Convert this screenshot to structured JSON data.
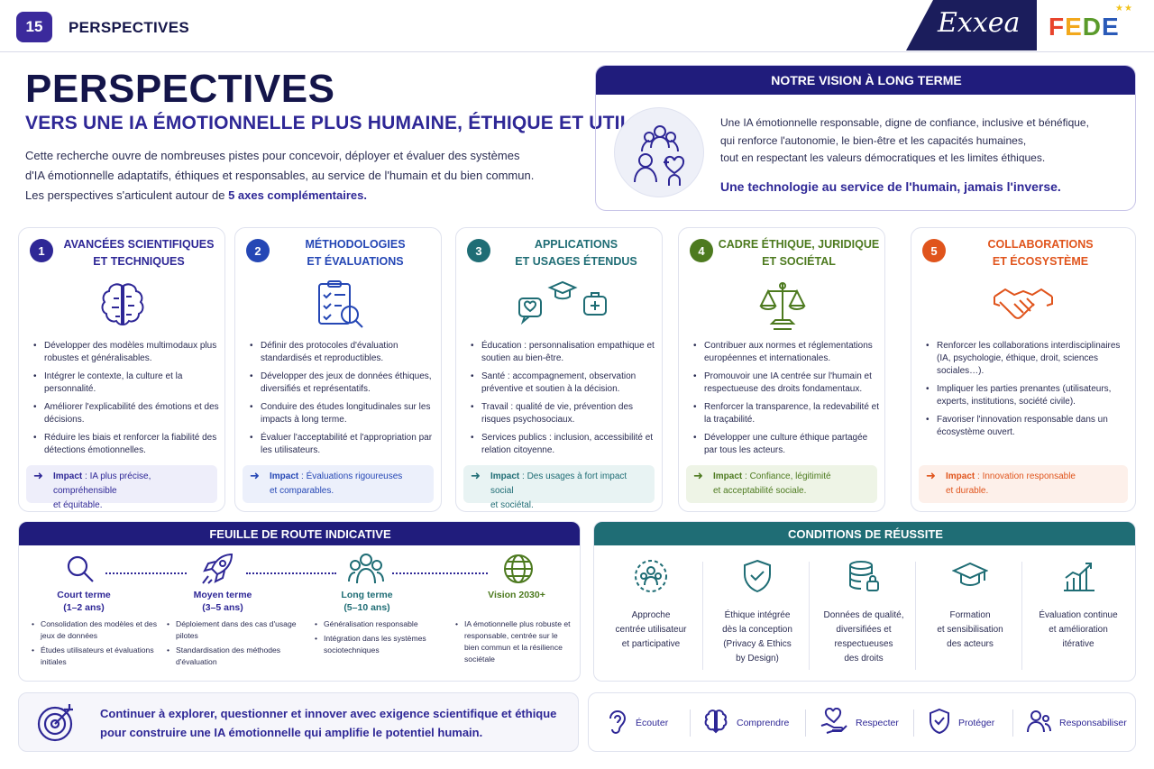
{
  "header": {
    "page_number": "15",
    "title": "PERSPECTIVES",
    "brand_excea": "Exxea",
    "brand_fede": "FEDE"
  },
  "hero": {
    "title": "PERSPECTIVES",
    "subtitle": "VERS UNE IA ÉMOTIONNELLE PLUS HUMAINE, ÉTHIQUE ET UTILE",
    "intro_line1": "Cette recherche ouvre de nombreuses pistes pour concevoir, déployer et évaluer des systèmes",
    "intro_line2": "d'IA émotionnelle adaptatifs, éthiques et responsables, au service de l'humain et du bien commun.",
    "intro_line3_prefix": "Les perspectives s'articulent autour de ",
    "intro_line3_strong": "5 axes complémentaires."
  },
  "vision": {
    "heading": "NOTRE VISION À LONG TERME",
    "line1": "Une IA émotionnelle responsable, digne de confiance, inclusive et bénéfique,",
    "line2": "qui renforce l'autonomie, le bien-être et les capacités humaines,",
    "line3": "tout en respectant les valeurs démocratiques et les limites éthiques.",
    "tagline": "Une technologie au service de l'humain, jamais l'inverse."
  },
  "axes": [
    {
      "num": "1",
      "title1": "AVANCÉES SCIENTIFIQUES",
      "title2": "ET TECHNIQUES",
      "color": "#2e2796",
      "icon": "brain-icon",
      "items": [
        "Développer des modèles multimodaux plus robustes et généralisables.",
        "Intégrer le contexte, la culture et la personnalité.",
        "Améliorer l'explicabilité des émotions et des décisions.",
        "Réduire les biais et renforcer la fiabilité des détections émotionnelles."
      ],
      "impact_label": "Impact",
      "impact_text": " : IA plus précise, compréhensible",
      "impact_text2": "et équitable.",
      "impact_bg": "#eeeefa"
    },
    {
      "num": "2",
      "title1": "MÉTHODOLOGIES",
      "title2": "ET ÉVALUATIONS",
      "color": "#2547b5",
      "icon": "checklist-magnifier-icon",
      "items": [
        "Définir des protocoles d'évaluation standardisés et reproductibles.",
        "Développer des jeux de données éthiques, diversifiés et représentatifs.",
        "Conduire des études longitudinales sur les impacts à long terme.",
        "Évaluer l'acceptabilité et l'appropriation par les utilisateurs."
      ],
      "impact_label": "Impact",
      "impact_text": " : Évaluations rigoureuses",
      "impact_text2": "et comparables.",
      "impact_bg": "#ecf0fb"
    },
    {
      "num": "3",
      "title1": "APPLICATIONS",
      "title2": "ET USAGES ÉTENDUS",
      "color": "#1f6d75",
      "icon": "applications-icon",
      "items": [
        "Éducation : personnalisation empathique et soutien au bien-être.",
        "Santé : accompagnement, observation préventive et soutien à la décision.",
        "Travail : qualité de vie, prévention des risques psychosociaux.",
        "Services publics : inclusion, accessibilité et relation citoyenne."
      ],
      "impact_label": "Impact",
      "impact_text": " : Des usages à fort impact social",
      "impact_text2": "et sociétal.",
      "impact_bg": "#e8f3f3"
    },
    {
      "num": "4",
      "title1": "CADRE ÉTHIQUE, JURIDIQUE",
      "title2": "ET SOCIÉTAL",
      "color": "#4d7a1f",
      "icon": "scales-icon",
      "items": [
        "Contribuer aux normes et réglementations européennes et internationales.",
        "Promouvoir une IA centrée sur l'humain et respectueuse des droits fondamentaux.",
        "Renforcer la transparence, la redevabilité et la traçabilité.",
        "Développer une culture éthique partagée par tous les acteurs."
      ],
      "impact_label": "Impact",
      "impact_text": " : Confiance, légitimité",
      "impact_text2": "et acceptabilité sociale.",
      "impact_bg": "#eef4e6"
    },
    {
      "num": "5",
      "title1": "COLLABORATIONS",
      "title2": "ET ÉCOSYSTÈME",
      "color": "#e0541c",
      "icon": "handshake-icon",
      "items": [
        "Renforcer les collaborations interdisciplinaires (IA, psychologie, éthique, droit, sciences sociales…).",
        "Impliquer les parties prenantes (utilisateurs, experts, institutions, société civile).",
        "Favoriser l'innovation responsable dans un écosystème ouvert."
      ],
      "impact_label": "Impact",
      "impact_text": " : Innovation responsable",
      "impact_text2": "et durable.",
      "impact_bg": "#fdf0ea"
    }
  ],
  "roadmap": {
    "heading": "FEUILLE DE ROUTE INDICATIVE",
    "phases": [
      {
        "title": "Court terme",
        "sub": "(1–2 ans)",
        "color": "#2e2796",
        "icon": "magnifier-icon",
        "items": [
          "Consolidation des modèles et des jeux de données",
          "Études utilisateurs et évaluations initiales"
        ]
      },
      {
        "title": "Moyen terme",
        "sub": "(3–5 ans)",
        "color": "#2e2796",
        "icon": "rocket-icon",
        "items": [
          "Déploiement dans des cas d'usage pilotes",
          "Standardisation des méthodes d'évaluation"
        ]
      },
      {
        "title": "Long terme",
        "sub": "(5–10 ans)",
        "color": "#1f6d75",
        "icon": "people-icon",
        "items": [
          "Généralisation responsable",
          "Intégration dans les systèmes sociotechniques"
        ]
      },
      {
        "title": "Vision 2030+",
        "sub": "",
        "color": "#4d7a1f",
        "icon": "globe-icon",
        "items": [
          "IA émotionnelle plus robuste et responsable, centrée sur le bien commun et la résilience sociétale"
        ]
      }
    ]
  },
  "conditions": {
    "heading": "CONDITIONS DE RÉUSSITE",
    "items": [
      {
        "icon": "user-centered-icon",
        "l1": "Approche",
        "l2": "centrée utilisateur",
        "l3": "et participative",
        "l4": ""
      },
      {
        "icon": "shield-check-icon",
        "l1": "Éthique intégrée",
        "l2": "dès la conception",
        "l3": "(Privacy & Ethics",
        "l4": "by Design)"
      },
      {
        "icon": "database-lock-icon",
        "l1": "Données de qualité,",
        "l2": "diversifiées et",
        "l3": "respectueuses",
        "l4": "des droits"
      },
      {
        "icon": "graduation-cap-icon",
        "l1": "Formation",
        "l2": "et sensibilisation",
        "l3": "des acteurs",
        "l4": ""
      },
      {
        "icon": "growth-chart-icon",
        "l1": "Évaluation continue",
        "l2": "et amélioration",
        "l3": "itérative",
        "l4": ""
      }
    ]
  },
  "closing": {
    "line1": "Continuer à explorer, questionner et innover avec exigence scientifique et éthique",
    "line2": "pour construire une IA émotionnelle qui amplifie le potentiel humain."
  },
  "values": [
    {
      "icon": "ear-icon",
      "label": "Écouter"
    },
    {
      "icon": "brain-icon",
      "label": "Comprendre"
    },
    {
      "icon": "heart-hand-icon",
      "label": "Respecter"
    },
    {
      "icon": "shield-check-icon",
      "label": "Protéger"
    },
    {
      "icon": "people-icon",
      "label": "Responsabiliser"
    }
  ]
}
